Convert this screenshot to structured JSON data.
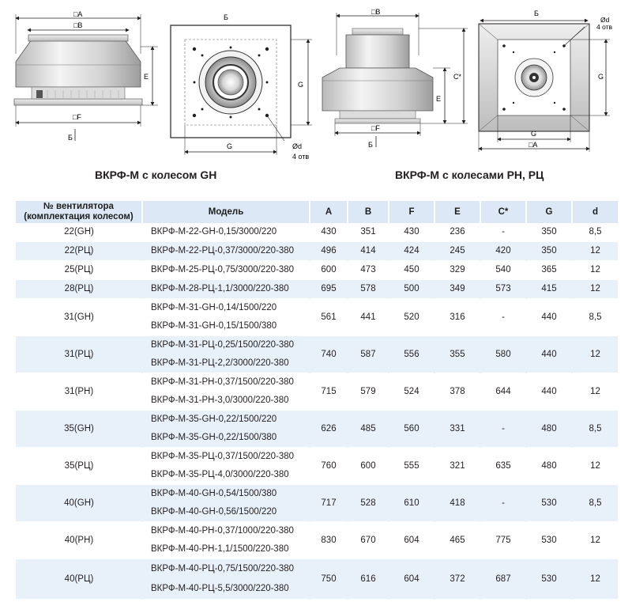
{
  "drawings": {
    "gh_side": {
      "label_a": "□A",
      "label_b": "□B",
      "label_f": "□F",
      "label_e": "E",
      "label_section": "Б"
    },
    "gh_top": {
      "label_b": "Б",
      "label_g_right": "G",
      "label_g_bottom": "G",
      "label_d": "Ød",
      "label_holes": "4 отв"
    },
    "rc_side": {
      "label_b": "□B",
      "label_c": "C*",
      "label_e": "E",
      "label_f": "□F",
      "label_section": "Б"
    },
    "rc_top": {
      "label_b": "Б",
      "label_d": "Ød",
      "label_holes": "4 отв",
      "label_g_right": "G",
      "label_g_bottom": "G",
      "label_a": "□A"
    }
  },
  "captions": {
    "left": "ВКРФ-М с колесом GH",
    "right": "ВКРФ-М с колесами РН, РЦ"
  },
  "table": {
    "headers": {
      "fan": "№ вентилятора (комплектация колесом)",
      "model": "Модель",
      "a": "A",
      "b": "B",
      "f": "F",
      "e": "E",
      "c": "C*",
      "g": "G",
      "d": "d"
    },
    "rows": [
      {
        "fan": "22(GH)",
        "models": [
          "ВКРФ-М-22-GH-0,15/3000/220"
        ],
        "a": "430",
        "b": "351",
        "f": "430",
        "e": "236",
        "c": "-",
        "g": "350",
        "d": "8,5"
      },
      {
        "fan": "22(РЦ)",
        "models": [
          "ВКРФ-М-22-РЦ-0,37/3000/220-380"
        ],
        "a": "496",
        "b": "414",
        "f": "424",
        "e": "245",
        "c": "420",
        "g": "350",
        "d": "12"
      },
      {
        "fan": "25(РЦ)",
        "models": [
          "ВКРФ-М-25-РЦ-0,75/3000/220-380"
        ],
        "a": "600",
        "b": "473",
        "f": "450",
        "e": "329",
        "c": "540",
        "g": "365",
        "d": "12"
      },
      {
        "fan": "28(РЦ)",
        "models": [
          "ВКРФ-М-28-РЦ-1,1/3000/220-380"
        ],
        "a": "695",
        "b": "578",
        "f": "500",
        "e": "349",
        "c": "573",
        "g": "415",
        "d": "12"
      },
      {
        "fan": "31(GH)",
        "models": [
          "ВКРФ-М-31-GH-0,14/1500/220",
          "ВКРФ-М-31-GH-0,15/1500/380"
        ],
        "a": "561",
        "b": "441",
        "f": "520",
        "e": "316",
        "c": "-",
        "g": "440",
        "d": "8,5"
      },
      {
        "fan": "31(РЦ)",
        "models": [
          "ВКРФ-М-31-РЦ-0,25/1500/220-380",
          "ВКРФ-М-31-РЦ-2,2/3000/220-380"
        ],
        "a": "740",
        "b": "587",
        "f": "556",
        "e": "355",
        "c": "580",
        "g": "440",
        "d": "12"
      },
      {
        "fan": "31(PH)",
        "models": [
          "ВКРФ-М-31-РН-0,37/1500/220-380",
          "ВКРФ-М-31-РН-3,0/3000/220-380"
        ],
        "a": "715",
        "b": "579",
        "f": "524",
        "e": "378",
        "c": "644",
        "g": "440",
        "d": "12"
      },
      {
        "fan": "35(GH)",
        "models": [
          "ВКРФ-М-35-GH-0,22/1500/220",
          "ВКРФ-М-35-GH-0,22/1500/380"
        ],
        "a": "626",
        "b": "485",
        "f": "560",
        "e": "331",
        "c": "-",
        "g": "480",
        "d": "8,5"
      },
      {
        "fan": "35(РЦ)",
        "models": [
          "ВКРФ-М-35-РЦ-0,37/1500/220-380",
          "ВКРФ-М-35-РЦ-4,0/3000/220-380"
        ],
        "a": "760",
        "b": "600",
        "f": "555",
        "e": "321",
        "c": "635",
        "g": "480",
        "d": "12"
      },
      {
        "fan": "40(GH)",
        "models": [
          "ВКРФ-М-40-GH-0,54/1500/380",
          "ВКРФ-М-40-GH-0,56/1500/220"
        ],
        "a": "717",
        "b": "528",
        "f": "610",
        "e": "418",
        "c": "-",
        "g": "530",
        "d": "8,5"
      },
      {
        "fan": "40(PH)",
        "models": [
          "ВКРФ-М-40-РН-0,37/1000/220-380",
          "ВКРФ-М-40-РН-1,1/1500/220-380"
        ],
        "a": "830",
        "b": "670",
        "f": "604",
        "e": "465",
        "c": "775",
        "g": "530",
        "d": "12"
      },
      {
        "fan": "40(РЦ)",
        "models": [
          "ВКРФ-М-40-РЦ-0,75/1500/220-380",
          "ВКРФ-М-40-РЦ-5,5/3000/220-380"
        ],
        "a": "750",
        "b": "616",
        "f": "604",
        "e": "372",
        "c": "687",
        "g": "530",
        "d": "12"
      }
    ]
  }
}
